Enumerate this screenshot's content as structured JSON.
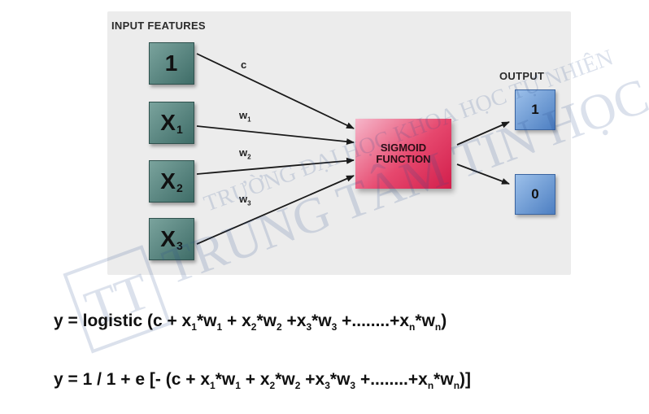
{
  "input_title": "INPUT FEATURES",
  "output_title": "OUTPUT",
  "inputs": [
    {
      "base": "1",
      "sub": ""
    },
    {
      "base": "X",
      "sub": "1"
    },
    {
      "base": "X",
      "sub": "2"
    },
    {
      "base": "X",
      "sub": "3"
    }
  ],
  "weights": [
    {
      "base": "c",
      "sub": ""
    },
    {
      "base": "w",
      "sub": "1"
    },
    {
      "base": "w",
      "sub": "2"
    },
    {
      "base": "w",
      "sub": "3"
    }
  ],
  "function_label": "SIGMOID\nFUNCTION",
  "outputs": [
    "1",
    "0"
  ],
  "watermark": {
    "line1": "TRƯỜNG ĐẠI HỌC KHOA HỌC TỰ NHIÊN",
    "line2": "TRUNG TÂM TIN HỌC",
    "logo": "TT"
  },
  "formula1": {
    "t1": "y = logistic (c + x",
    "s1": "1",
    "t2": "*w",
    "s2": "1",
    "t3": " + x",
    "s3": "2",
    "t4": "*w",
    "s4": "2",
    "t5": " +x",
    "s5": "3",
    "t6": "*w",
    "s6": "3",
    "t7": " +........+x",
    "s7": "n",
    "t8": "*w",
    "s8": "n",
    "t9": ")"
  },
  "formula2": {
    "t1": "y = 1 / 1 + e [- (c + x",
    "s1": "1",
    "t2": "*w",
    "s2": "1",
    "t3": " + x",
    "s3": "2",
    "t4": "*w",
    "s4": "2",
    "t5": " +x",
    "s5": "3",
    "t6": "*w",
    "s6": "3",
    "t7": " +........+x",
    "s7": "n",
    "t8": "*w",
    "s8": "n",
    "t9": ")]"
  }
}
